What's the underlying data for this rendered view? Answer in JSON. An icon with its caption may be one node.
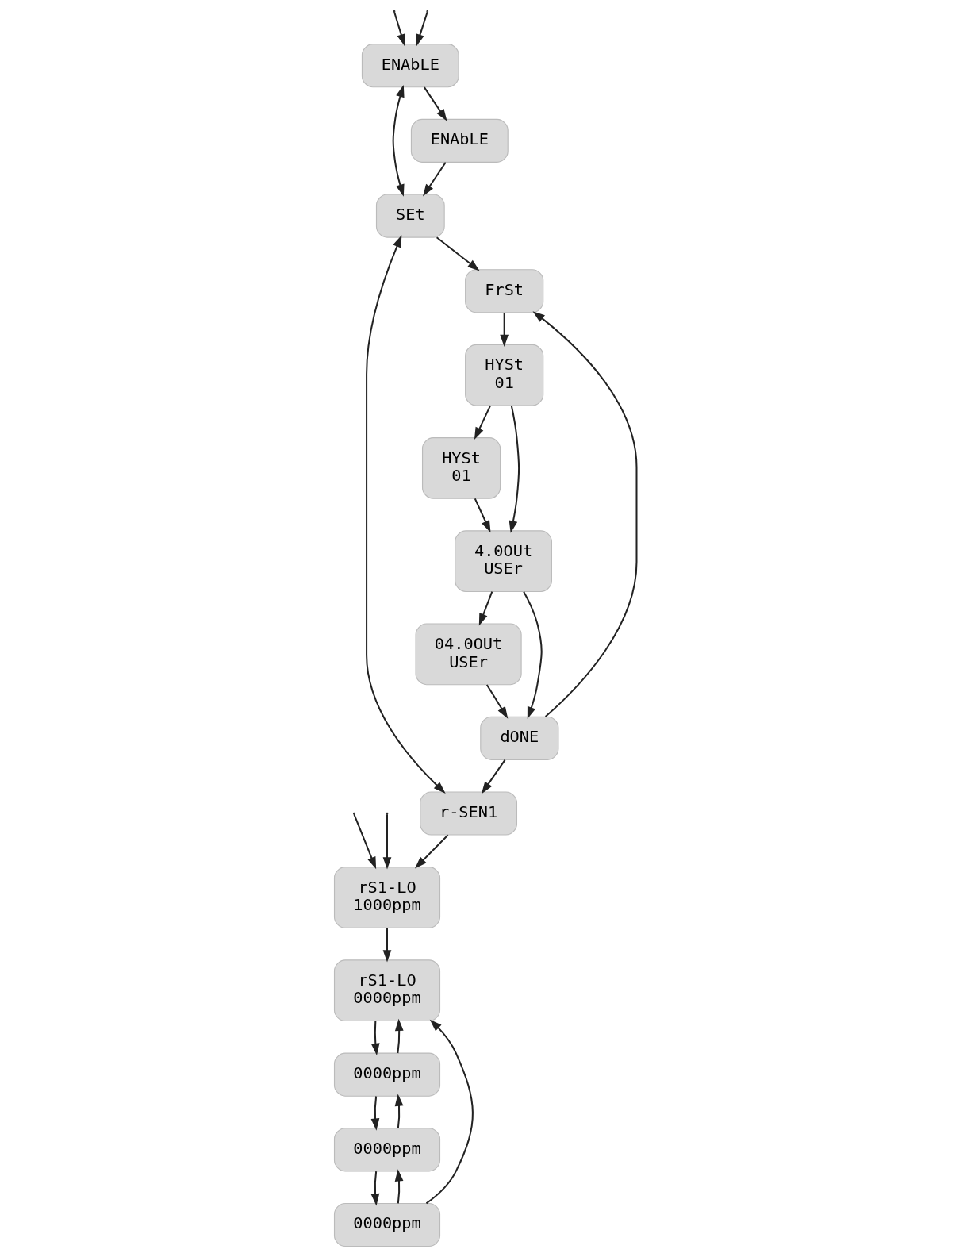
{
  "diagram": {
    "nodes": [
      {
        "text": [
          "ENAbLE"
        ]
      },
      {
        "text": [
          "SEt"
        ]
      },
      {
        "text": [
          "r-SEN1"
        ]
      },
      {
        "text": [
          "ENAbLE"
        ]
      },
      {
        "text": [
          "FrSt"
        ]
      },
      {
        "text": [
          "04.0OUt",
          "USEr"
        ]
      },
      {
        "text": [
          "rS1-LO",
          "1000ppm"
        ]
      },
      {
        "text": [
          "HYSt",
          "01"
        ]
      },
      {
        "text": [
          "dONE"
        ]
      },
      {
        "text": [
          "rS1-LO",
          "0000ppm"
        ]
      },
      {
        "text": [
          "0000ppm"
        ]
      },
      {
        "text": [
          "HYSt",
          "01"
        ]
      },
      {
        "text": [
          "0000ppm"
        ]
      },
      {
        "text": [
          "0000ppm"
        ]
      },
      {
        "text": [
          "4.0OUt",
          "USEr"
        ]
      }
    ],
    "edges": [
      {
        "from": null,
        "to": 0,
        "arrow": "to"
      },
      {
        "from": null,
        "to": 0,
        "arrow": "to"
      },
      {
        "from": 0,
        "to": 1,
        "arrow": "both"
      },
      {
        "from": 1,
        "to": 2,
        "arrow": "both"
      },
      {
        "from": 0,
        "to": 3,
        "arrow": "to"
      },
      {
        "from": 3,
        "to": 1,
        "arrow": "to"
      },
      {
        "from": 1,
        "to": 4,
        "arrow": "to"
      },
      {
        "from": 4,
        "to": 7,
        "arrow": "to"
      },
      {
        "from": 7,
        "to": 11,
        "arrow": "to"
      },
      {
        "from": 7,
        "to": 14,
        "arrow": "to"
      },
      {
        "from": 11,
        "to": 14,
        "arrow": "to"
      },
      {
        "from": 14,
        "to": 5,
        "arrow": "to"
      },
      {
        "from": 14,
        "to": 8,
        "arrow": "to"
      },
      {
        "from": 5,
        "to": 8,
        "arrow": "to"
      },
      {
        "from": 8,
        "to": 4,
        "arrow": "to"
      },
      {
        "from": 8,
        "to": 2,
        "arrow": "to"
      },
      {
        "from": 2,
        "to": 6,
        "arrow": "to"
      },
      {
        "from": null,
        "to": 6,
        "arrow": "to"
      },
      {
        "from": null,
        "to": 6,
        "arrow": "to"
      },
      {
        "from": 6,
        "to": 9,
        "arrow": "to"
      },
      {
        "from": 9,
        "to": 10,
        "arrow": "to"
      },
      {
        "from": 10,
        "to": 9,
        "arrow": "to"
      },
      {
        "from": 10,
        "to": 12,
        "arrow": "to"
      },
      {
        "from": 12,
        "to": 10,
        "arrow": "to"
      },
      {
        "from": 12,
        "to": 13,
        "arrow": "to"
      },
      {
        "from": 13,
        "to": 12,
        "arrow": "to"
      },
      {
        "from": 13,
        "to": 9,
        "arrow": "to"
      }
    ]
  }
}
